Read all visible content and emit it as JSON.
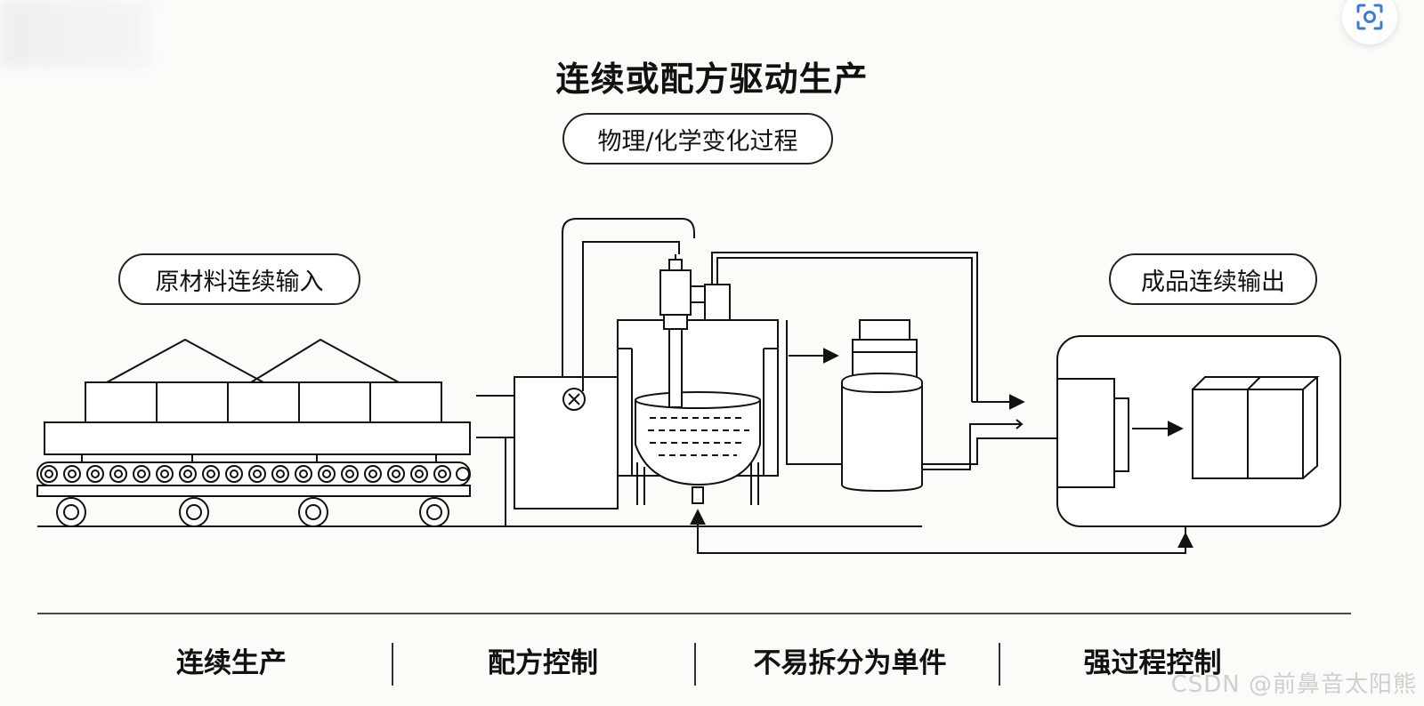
{
  "title": "连续或配方驱动生产",
  "labels": {
    "process": "物理/化学变化过程",
    "input": "原材料连续输入",
    "output": "成品连续输出"
  },
  "features": [
    "连续生产",
    "配方控制",
    "不易拆分为单件",
    "强过程控制"
  ],
  "watermark": "CSDN @前鼻音太阳熊"
}
